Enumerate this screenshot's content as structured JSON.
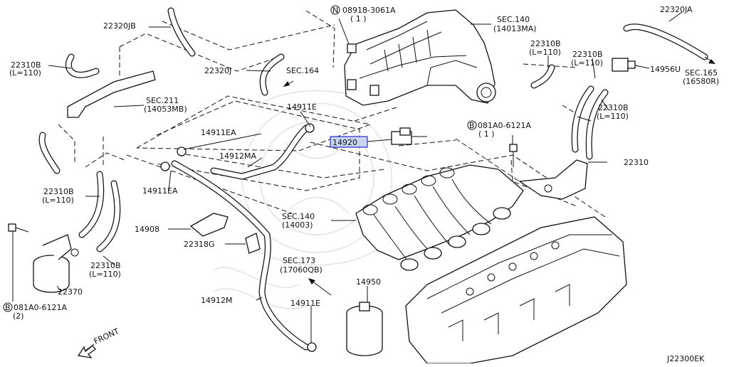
{
  "diagram": {
    "labels": {
      "nut_part": "08918-3061A",
      "nut_qty": "( 1 )",
      "sec140_top": "SEC.140",
      "sec140_top_ref": "(14013MA)",
      "p22320JA": "22320JA",
      "p22320JB": "22320JB",
      "p22310B_l1": "22310B",
      "p22310B_l1_len": "(L=110)",
      "p22310B_tr": "22310B",
      "p22310B_tr_len": "(L=110)",
      "p22310B_tr2": "22310B",
      "p22310B_tr2_len": "(L=110)",
      "p14956U": "14956U",
      "sec165": "SEC.165",
      "sec165_ref": "(16580R)",
      "p22320J": "22320J",
      "sec164": "SEC.164",
      "sec211": "SEC.211",
      "sec211_ref": "(14053MB)",
      "p14911E_top": "14911E",
      "p14911EA_1": "14911EA",
      "p14912MA": "14912MA",
      "p14920": "14920",
      "p22310B_r3": "22310B",
      "p22310B_r3_len": "(L=110)",
      "bolt_part_r": "081A0-6121A",
      "bolt_qty_r": "( 1 )",
      "p22310": "22310",
      "p14911EA_2": "14911EA",
      "p22310B_mid": "22310B",
      "p22310B_mid_len": "(L=110)",
      "sec140_mid": "SEC.140",
      "sec140_mid_ref": "(14003)",
      "p14908": "14908",
      "p22318G": "22318G",
      "p22310B_low": "22310B",
      "p22310B_low_len": "(L=110)",
      "sec173": "SEC.173",
      "sec173_ref": "(17060QB)",
      "p22370": "22370",
      "p14950": "14950",
      "bolt_part_l": "081A0-6121A",
      "bolt_qty_l": "(2)",
      "p14912M": "14912M",
      "p14911E_bot": "14911E",
      "front": "FRONT",
      "diagram_code": "J22300EK",
      "marker_n": "N",
      "marker_b": "B"
    },
    "colors": {
      "line": "#111111",
      "highlight_fill": "#c5d5ee",
      "highlight_border": "#2b2bcc",
      "watermark": "#e3e3e3"
    }
  }
}
